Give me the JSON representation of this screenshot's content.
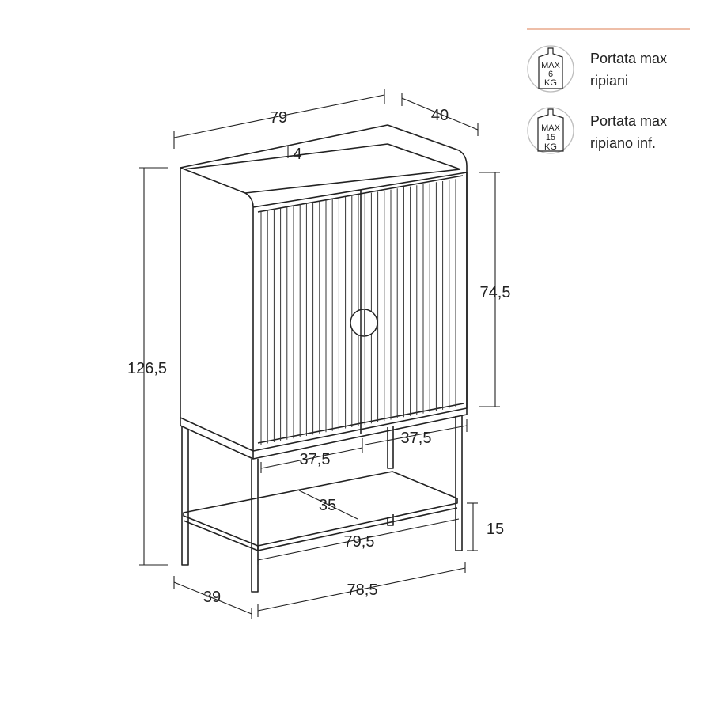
{
  "accent_color": "#e8a88c",
  "legend": [
    {
      "icon": "weight-icon",
      "weight_lines": [
        "MAX",
        "6",
        "KG"
      ],
      "label_lines": [
        "Portata max",
        "ripiani"
      ]
    },
    {
      "icon": "weight-icon",
      "weight_lines": [
        "MAX",
        "15",
        "KG"
      ],
      "label_lines": [
        "Portata max",
        "ripiano inf."
      ]
    }
  ],
  "dimensions": {
    "top_width": "79",
    "top_depth": "40",
    "top_rim": "4",
    "total_height": "126,5",
    "door_height": "74,5",
    "door_width_left": "37,5",
    "door_width_right": "37,5",
    "shelf_depth": "35",
    "shelf_height": "15",
    "shelf_width": "79,5",
    "base_depth": "39",
    "base_width": "78,5"
  }
}
